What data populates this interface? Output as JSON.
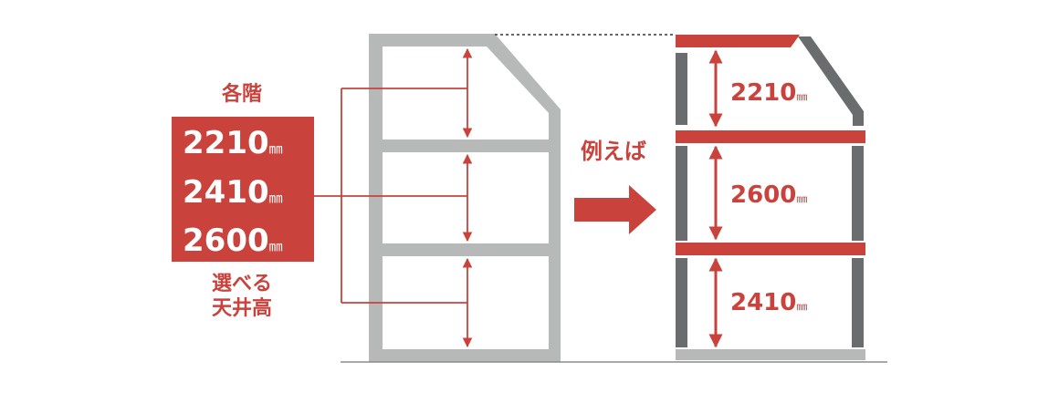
{
  "label_each_floor": "各階",
  "heights_box": {
    "values": [
      "2210",
      "2410",
      "2600"
    ],
    "unit": "㎜"
  },
  "label_selectable": [
    "選べる",
    "天井高"
  ],
  "label_example": "例えば",
  "example_floors": [
    {
      "value": "2210",
      "unit": "㎜"
    },
    {
      "value": "2600",
      "unit": "㎜"
    },
    {
      "value": "2410",
      "unit": "㎜"
    }
  ],
  "colors": {
    "accent_red": "#c9423c",
    "frame_gray": "#b7b9b8",
    "pillar_dark": "#6b6c6d",
    "text_white": "#ffffff"
  }
}
